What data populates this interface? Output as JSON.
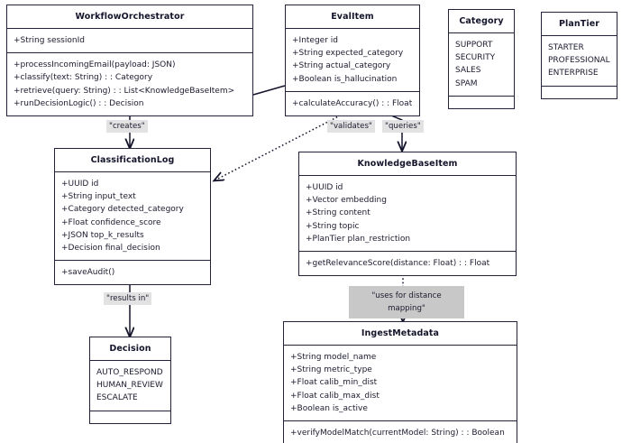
{
  "diagram": {
    "title": "UML Class Diagram",
    "background": "#ffffff",
    "line_color": "#22223b",
    "label_bg": "#e2e2e2",
    "label_bg_alt": "#c8c8c8"
  },
  "classes": {
    "workflow_orchestrator": {
      "name": "WorkflowOrchestrator",
      "attributes": [
        "+String sessionId"
      ],
      "methods": [
        "+processIncomingEmail(payload: JSON)",
        "+classify(text: String) : : Category",
        "+retrieve(query: String) : : List<KnowledgeBaseItem>",
        "+runDecisionLogic() : : Decision"
      ]
    },
    "eval_item": {
      "name": "EvalItem",
      "attributes": [
        "+Integer id",
        "+String expected_category",
        "+String actual_category",
        "+Boolean is_hallucination"
      ],
      "methods": [
        "+calculateAccuracy() : : Float"
      ]
    },
    "category": {
      "name": "Category",
      "attributes": [
        "SUPPORT",
        "SECURITY",
        "SALES",
        "SPAM"
      ],
      "methods": []
    },
    "plan_tier": {
      "name": "PlanTier",
      "attributes": [
        "STARTER",
        "PROFESSIONAL",
        "ENTERPRISE"
      ],
      "methods": []
    },
    "classification_log": {
      "name": "ClassificationLog",
      "attributes": [
        "+UUID id",
        "+String input_text",
        "+Category detected_category",
        "+Float confidence_score",
        "+JSON top_k_results",
        "+Decision final_decision"
      ],
      "methods": [
        "+saveAudit()"
      ]
    },
    "knowledge_base_item": {
      "name": "KnowledgeBaseItem",
      "attributes": [
        "+UUID id",
        "+Vector embedding",
        "+String content",
        "+String topic",
        "+PlanTier plan_restriction"
      ],
      "methods": [
        "+getRelevanceScore(distance: Float) : : Float"
      ]
    },
    "decision": {
      "name": "Decision",
      "attributes": [
        "AUTO_RESPOND",
        "HUMAN_REVIEW",
        "ESCALATE"
      ],
      "methods": []
    },
    "ingest_metadata": {
      "name": "IngestMetadata",
      "attributes": [
        "+String model_name",
        "+String metric_type",
        "+Float calib_min_dist",
        "+Float calib_max_dist",
        "+Boolean is_active"
      ],
      "methods": [
        "+verifyModelMatch(currentModel: String) : : Boolean"
      ]
    }
  },
  "edges": [
    {
      "id": "creates",
      "label": "\"creates\"",
      "from": "workflow_orchestrator",
      "to": "classification_log",
      "style": "solid"
    },
    {
      "id": "validates",
      "label": "\"validates\"",
      "from": "eval_item",
      "to": "classification_log",
      "style": "dotted"
    },
    {
      "id": "queries",
      "label": "\"queries\"",
      "from": "eval_item",
      "to": "knowledge_base_item",
      "style": "solid"
    },
    {
      "id": "results_in",
      "label": "\"results in\"",
      "from": "classification_log",
      "to": "decision",
      "style": "solid"
    },
    {
      "id": "uses_for_distance_mapping",
      "label": "\"uses for distance mapping\"",
      "from": "knowledge_base_item",
      "to": "ingest_metadata",
      "style": "dotted"
    }
  ]
}
